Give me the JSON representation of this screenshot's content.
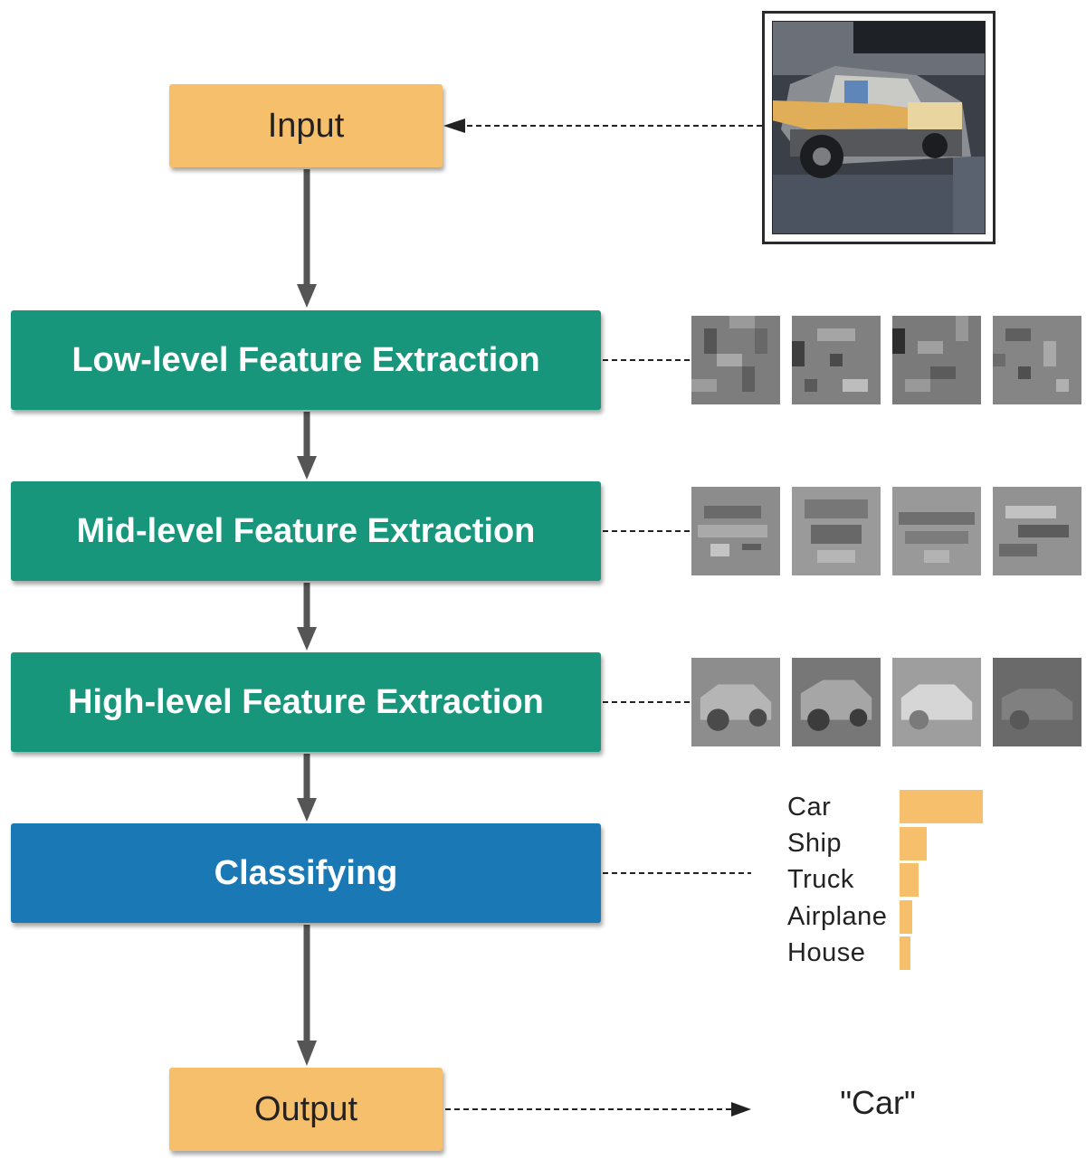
{
  "flow": {
    "input_label": "Input",
    "low_label": "Low-level Feature Extraction",
    "mid_label": "Mid-level Feature Extraction",
    "high_label": "High-level Feature Extraction",
    "classify_label": "Classifying",
    "output_label": "Output"
  },
  "result": {
    "text": "\"Car\""
  },
  "classes": [
    {
      "label": "Car",
      "score": 1.0
    },
    {
      "label": "Ship",
      "score": 0.33
    },
    {
      "label": "Truck",
      "score": 0.23
    },
    {
      "label": "Airplane",
      "score": 0.15
    },
    {
      "label": "House",
      "score": 0.13
    }
  ],
  "colors": {
    "io_box": "#f6bf6c",
    "feature_box": "#17967b",
    "classify_box": "#1a78b4",
    "arrow": "#555555",
    "bar": "#f6bf6c"
  }
}
